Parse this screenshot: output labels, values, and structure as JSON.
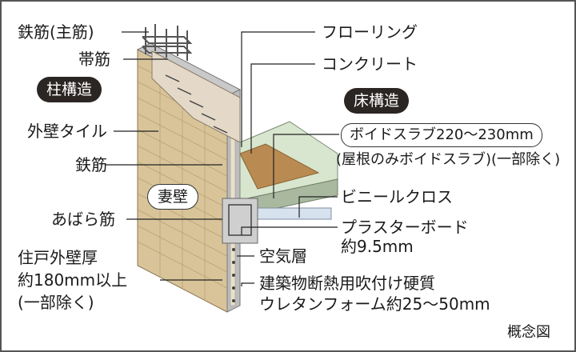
{
  "labels": {
    "rebar_main": "鉄筋(主筋)",
    "hoop": "帯筋",
    "column_structure": "柱構造",
    "exterior_tile": "外壁タイル",
    "rebar": "鉄筋",
    "gable_wall": "妻壁",
    "stirrup": "あばら筋",
    "wall_thickness_1": "住戸外壁厚",
    "wall_thickness_2": "約180mm以上",
    "wall_thickness_3": "(一部除く)",
    "flooring": "フローリング",
    "concrete": "コンクリート",
    "floor_structure": "床構造",
    "void_slab": "ボイドスラブ220〜230mm",
    "void_slab_note": "(屋根のみボイドスラブ)(一部除く)",
    "vinyl_cloth": "ビニールクロス",
    "plasterboard": "プラスターボード",
    "plasterboard_size": "約9.5mm",
    "air_layer": "空気層",
    "insulation_1": "建築物断熱用吹付け硬質",
    "insulation_2": "ウレタンフォーム約25〜50mm",
    "concept": "概念図"
  },
  "colors": {
    "tile": "#d9c49a",
    "tile_side": "#bfa675",
    "concrete": "#c9c9c9",
    "slab_top": "#d8e6cf",
    "slab_edge": "#a9b9a0",
    "flooring": "#b98a52",
    "pill": "#2b2624"
  }
}
